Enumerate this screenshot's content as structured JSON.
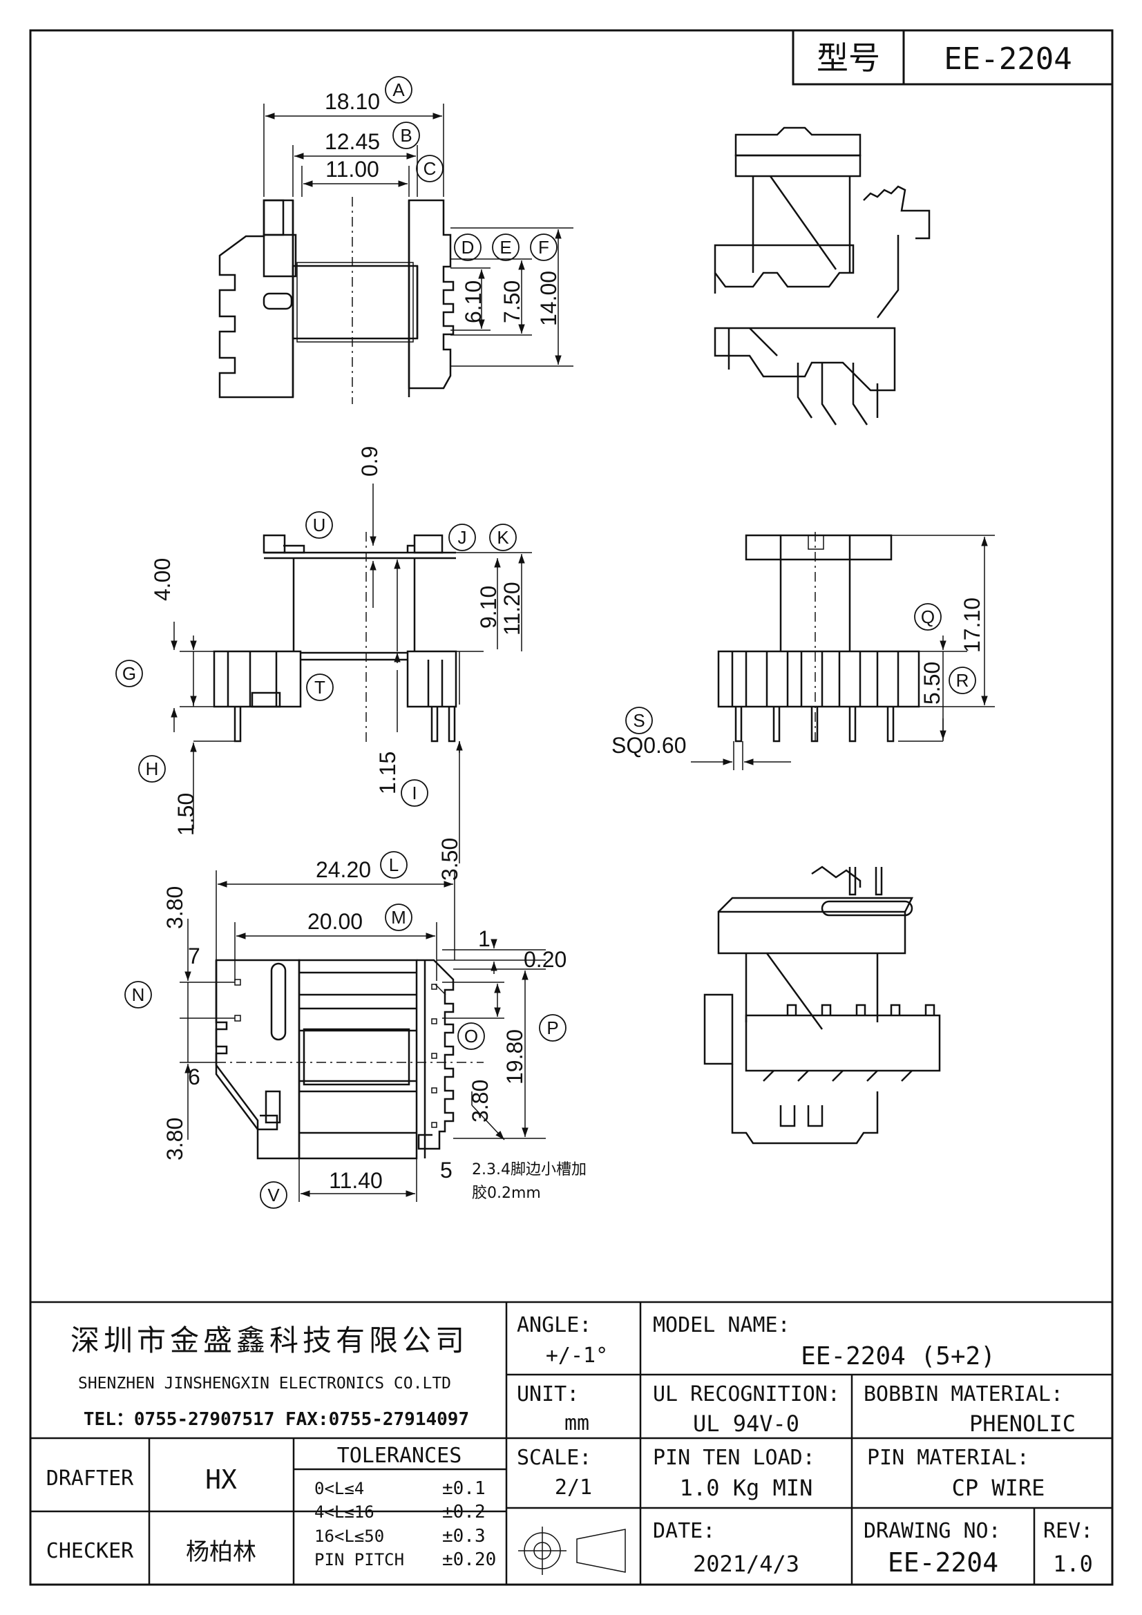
{
  "header": {
    "model_label": "型号",
    "model_value": "EE-2204"
  },
  "dimensions": {
    "A": "18.10",
    "B": "12.45",
    "C": "11.00",
    "D_val": "6.10",
    "E_val": "7.50",
    "F_val": "14.00",
    "top": "0.9",
    "U": "U",
    "J": "J",
    "K": "K",
    "v400": "4.00",
    "v910": "9.10",
    "v1120": "11.20",
    "v115": "1.15",
    "v150": "1.50",
    "v350": "3.50",
    "SQ": "SQ0.60",
    "v1710": "17.10",
    "v550": "5.50",
    "L": "24.20",
    "M": "20.00",
    "v380a": "3.80",
    "v380b": "3.80",
    "v380c": "3.80",
    "one": "1",
    "p020": "0.20",
    "P": "19.80",
    "V": "11.40",
    "pin7": "7",
    "pin6": "6",
    "pin5": "5"
  },
  "letters": [
    "A",
    "B",
    "C",
    "D",
    "E",
    "F",
    "G",
    "H",
    "I",
    "J",
    "K",
    "L",
    "M",
    "N",
    "O",
    "P",
    "Q",
    "R",
    "S",
    "T",
    "U",
    "V"
  ],
  "note": {
    "line1": "2.3.4脚边小槽加",
    "line2": "胶0.2mm"
  },
  "title_block": {
    "company_cn": "深圳市金盛鑫科技有限公司",
    "company_en": "SHENZHEN JINSHENGXIN ELECTRONICS CO.LTD",
    "contact": "TEL：0755-27907517 FAX:0755-27914097",
    "angle_label": "ANGLE:",
    "angle_value": "+/-1°",
    "unit_label": "UNIT:",
    "unit_value": "mm",
    "scale_label": "SCALE:",
    "scale_value": "2/1",
    "model_name_label": "MODEL NAME:",
    "model_name_value": "EE-2204 (5+2)",
    "ul_label": "UL RECOGNITION:",
    "ul_value": "UL 94V-0",
    "bobbin_label": "BOBBIN MATERIAL:",
    "bobbin_value": "PHENOLIC",
    "pin_load_label": "PIN TEN LOAD:",
    "pin_load_value": "1.0 Kg MIN",
    "pin_material_label": "PIN MATERIAL:",
    "pin_material_value": "CP WIRE",
    "date_label": "DATE:",
    "date_value": "2021/4/3",
    "drawing_no_label": "DRAWING NO:",
    "drawing_no_value": "EE-2204",
    "rev_label": "REV:",
    "rev_value": "1.0",
    "drafter_label": "DRAFTER",
    "drafter_value": "HX",
    "checker_label": "CHECKER",
    "checker_value": "杨柏林",
    "tolerances_label": "TOLERANCES",
    "tolerances": [
      {
        "range": "0<L≤4",
        "tol": "±0.1"
      },
      {
        "range": "4<L≤16",
        "tol": "±0.2"
      },
      {
        "range": "16<L≤50",
        "tol": "±0.3"
      },
      {
        "range": "PIN PITCH",
        "tol": "±0.20"
      }
    ]
  }
}
